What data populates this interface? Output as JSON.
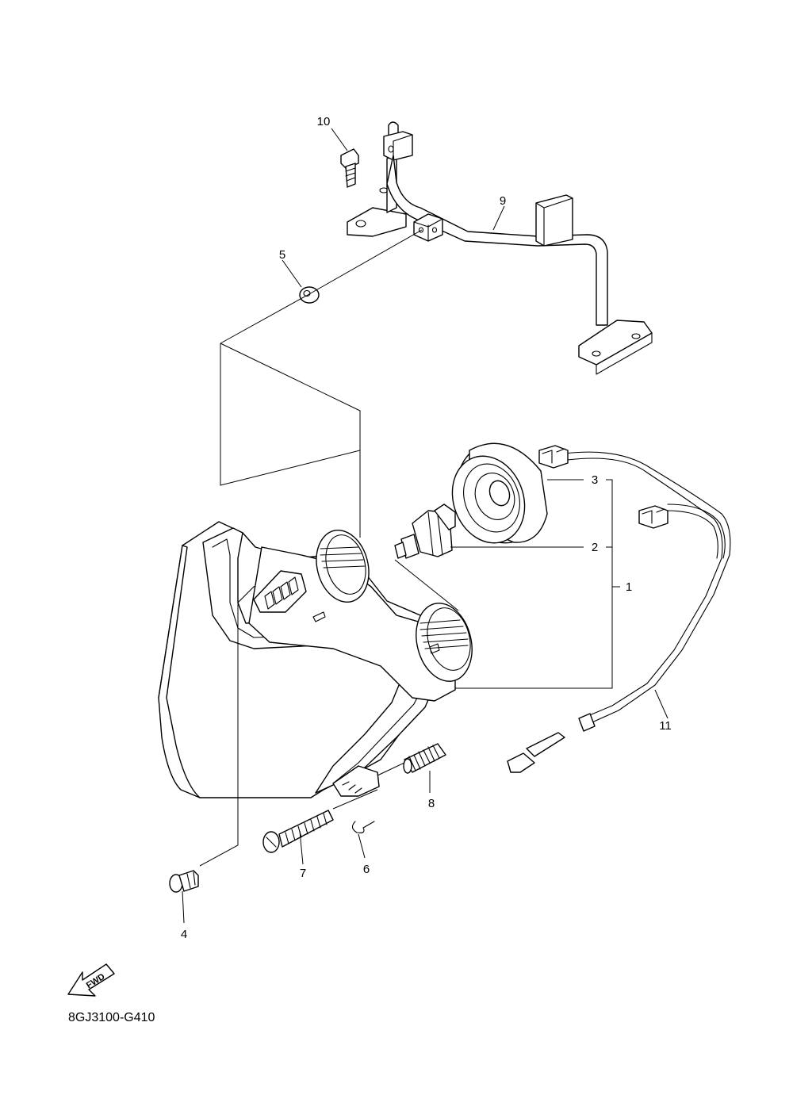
{
  "diagram": {
    "part_code": "8GJ3100-G410",
    "fwd_label": "FWD",
    "callouts": [
      {
        "id": "1",
        "text": "1"
      },
      {
        "id": "2",
        "text": "2"
      },
      {
        "id": "3",
        "text": "3"
      },
      {
        "id": "4",
        "text": "4"
      },
      {
        "id": "5",
        "text": "5"
      },
      {
        "id": "6",
        "text": "6"
      },
      {
        "id": "7",
        "text": "7"
      },
      {
        "id": "8",
        "text": "8"
      },
      {
        "id": "9",
        "text": "9"
      },
      {
        "id": "10",
        "text": "10"
      },
      {
        "id": "11",
        "text": "11"
      }
    ]
  }
}
